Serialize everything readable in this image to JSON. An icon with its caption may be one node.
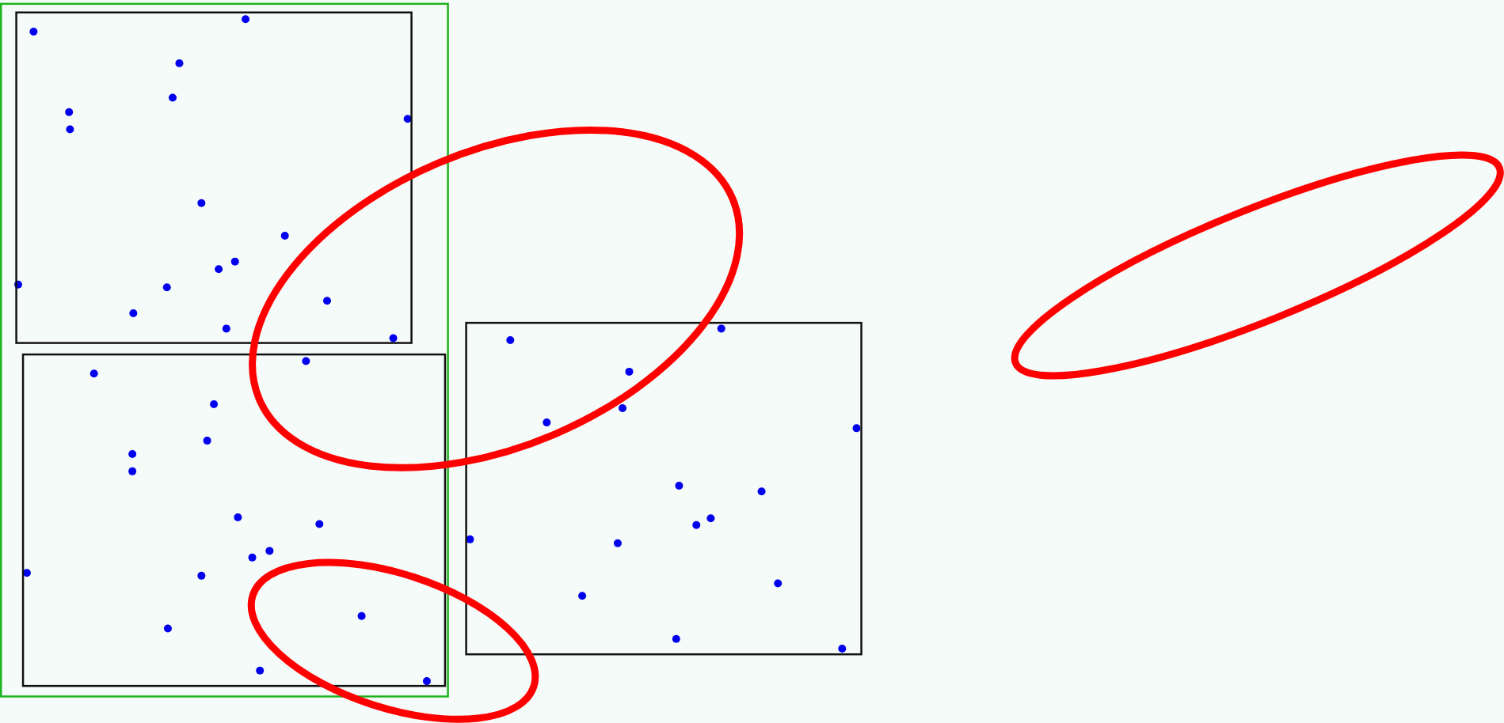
{
  "diagram": {
    "nodes": [
      {
        "text": [],
        "shape": "box"
      },
      {
        "text": [],
        "shape": "box",
        "in": 0
      },
      {
        "text": [],
        "shape": "box",
        "in": 0
      },
      {
        "text": [],
        "shape": "box"
      },
      {
        "text": [],
        "shape": "ellipse"
      },
      {
        "text": [],
        "shape": "ellipse"
      },
      {
        "text": [],
        "shape": "ellipse"
      }
    ]
  }
}
